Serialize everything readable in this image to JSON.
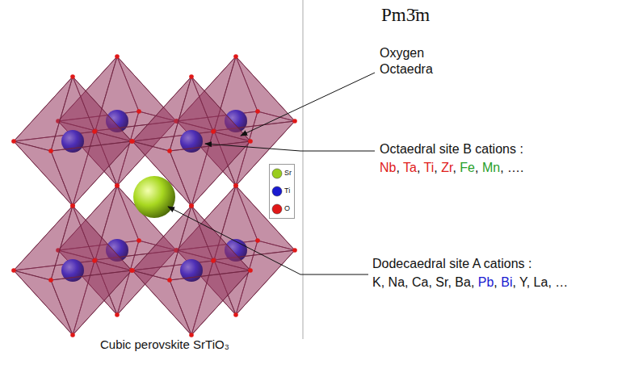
{
  "diagram": {
    "title": "Pm3̄m",
    "caption": "Cubic perovskite SrTiO₃",
    "labels": [
      "Oxygen Octaedra",
      "Octaedral site B cations :",
      "Nb, Ta, Ti, Zr, Fe, Mn, ….",
      "Dodecaedral site A cations :",
      "K, Na, Ca, Sr, Ba, Pb, Bi, Y, La, …"
    ],
    "legend": [
      {
        "text": "Sr",
        "color": "#9acd1e"
      },
      {
        "text": "Ti",
        "color": "#1a1ad0"
      },
      {
        "text": "O",
        "color": "#e01818"
      }
    ]
  }
}
